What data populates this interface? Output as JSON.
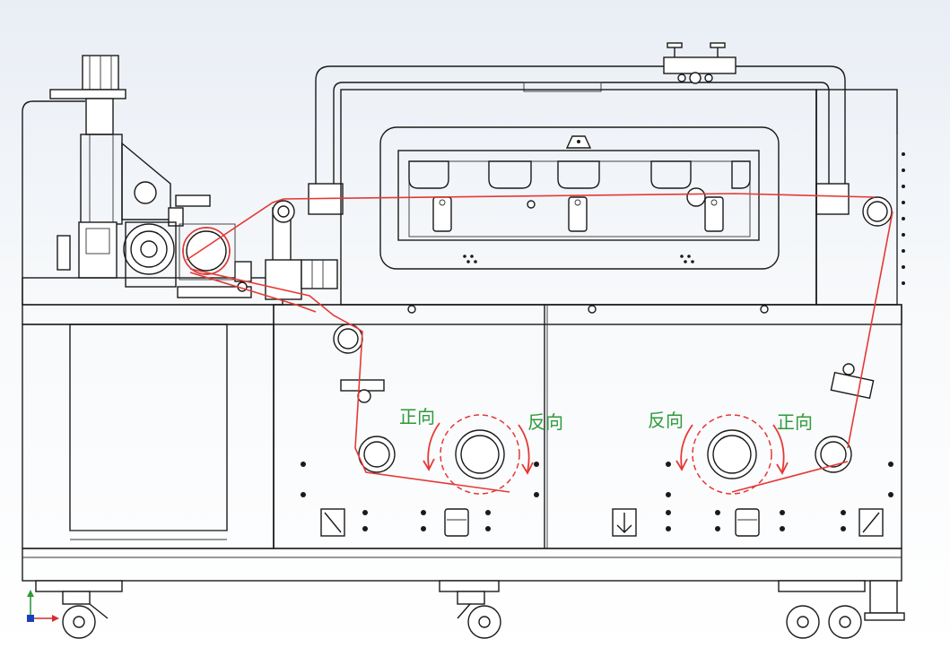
{
  "labels": {
    "left_forward": "正向",
    "left_reverse": "反向",
    "right_reverse": "反向",
    "right_forward": "正向"
  },
  "colors": {
    "belt": "#e53935",
    "direction_text": "#2e9a3a",
    "line": "#1a1a1a"
  },
  "icons": [
    "axis-triad-icon"
  ]
}
